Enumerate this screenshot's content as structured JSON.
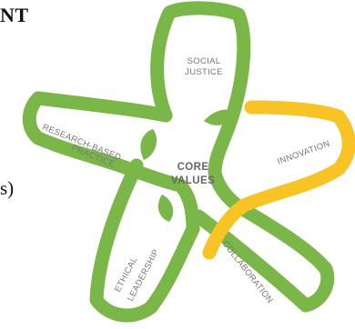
{
  "page": {
    "fragment_top": "NT",
    "fragment_mid": "s)"
  },
  "diagram": {
    "center_label_line1": "CORE",
    "center_label_line2": "VALUES",
    "values": {
      "social_justice_line1": "SOCIAL",
      "social_justice_line2": "JUSTICE",
      "research_line1": "RESEARCH-BASED",
      "research_line2": "PRACTICE",
      "innovation": "INNOVATION",
      "collaboration": "COLLABORATION",
      "ethical_line1": "ETHICAL",
      "ethical_line2": "LEADERSHIP"
    },
    "colors": {
      "green": "#7ab648",
      "yellow": "#f7c325",
      "label_gray": "#777777"
    }
  }
}
